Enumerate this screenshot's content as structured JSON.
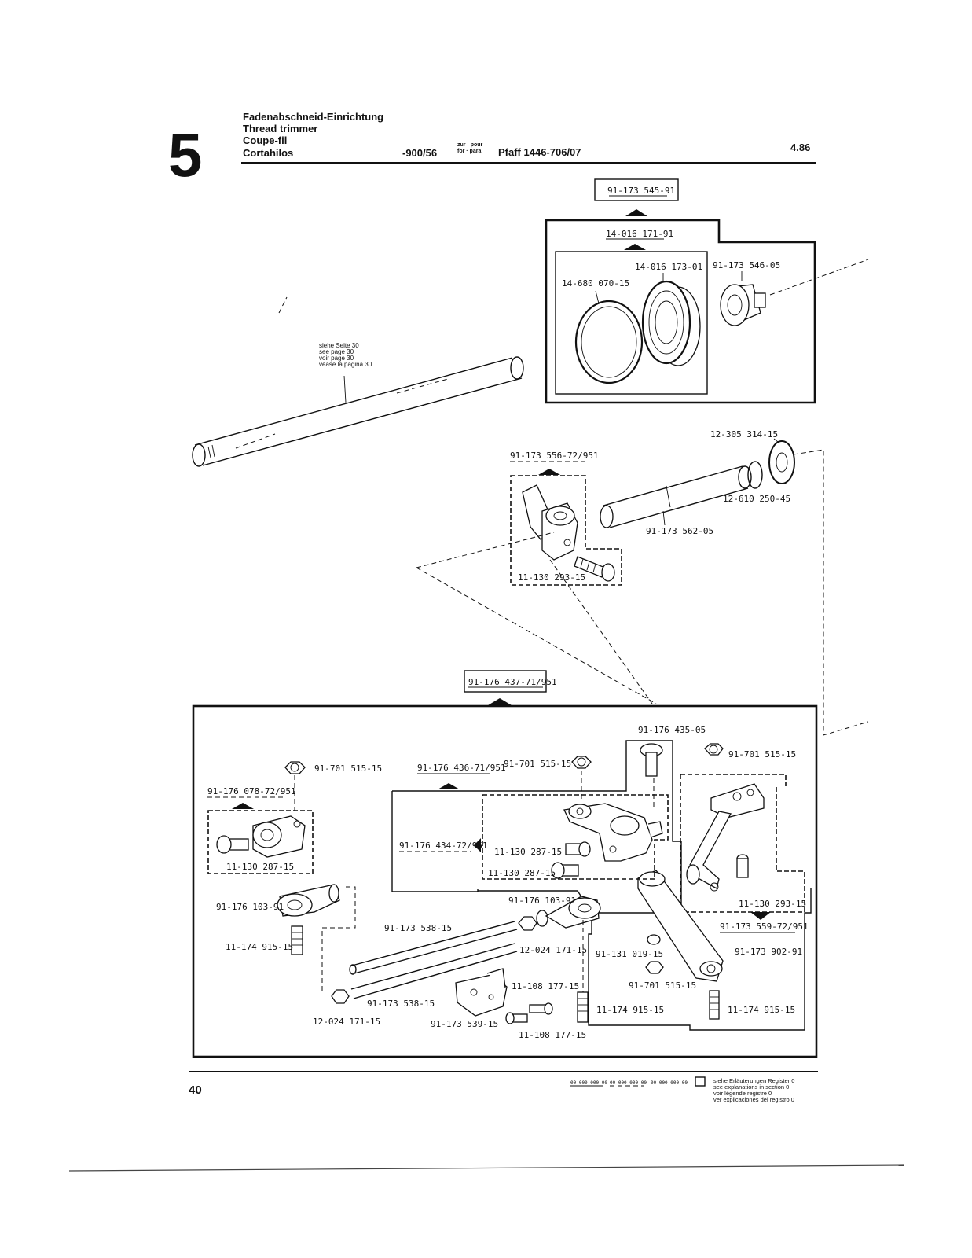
{
  "header": {
    "section_number": "5",
    "titles": [
      "Fadenabschneid-Einrichtung",
      "Thread trimmer",
      "Coupe-fil",
      "Cortahilos"
    ],
    "model_code": "-900/56",
    "zur_pour": "zur · pour",
    "for_para": "for · para",
    "machine": "Pfaff 1446-706/07",
    "date": "4.86"
  },
  "diagram": {
    "see_page_note": [
      "siehe Seite 30",
      "see page 30",
      "voir page 30",
      "vease la pagina 30"
    ],
    "part_labels": {
      "p91_173_545_91": "91-173 545-91",
      "p14_016_171_91": "14-016 171-91",
      "p14_016_173_01": "14-016 173-01",
      "p14_680_070_15": "14-680 070-15",
      "p91_173_546_05": "91-173 546-05",
      "p12_305_314_15": "12-305 314-15",
      "p91_173_556_72_951": "91-173 556-72/951",
      "p12_610_250_45": "12-610 250-45",
      "p91_173_562_05": "91-173 562-05",
      "p11_130_293_15_top": "11-130 293-15",
      "p91_176_437_71_951": "91-176 437-71/951",
      "p91_176_435_05": "91-176 435-05",
      "p91_701_515_15_left": "91-701 515-15",
      "p91_176_436_71_951": "91-176 436-71/951",
      "p91_701_515_15_mid": "91-701 515-15",
      "p91_701_515_15_right": "91-701 515-15",
      "p91_176_078_72_951": "91-176 078-72/951",
      "p91_176_434_72_951": "91-176 434-72/951",
      "p11_130_287_15_a": "11-130 287-15",
      "p11_130_287_15_b": "11-130 287-15",
      "p11_130_287_15_left": "11-130 287-15",
      "p91_176_103_91_left": "91-176 103-91",
      "p91_176_103_91_mid": "91-176 103-91",
      "p11_130_293_15_right": "11-130 293-15",
      "p91_173_559_72_951": "91-173 559-72/951",
      "p91_173_538_15_a": "91-173 538-15",
      "p12_024_171_15_a": "12-024 171-15",
      "p11_174_915_15_left": "11-174 915-15",
      "p91_131_019_15": "91-131 019-15",
      "p91_173_902_91": "91-173 902-91",
      "p11_108_177_15_a": "11-108 177-15",
      "p91_701_515_15_low": "91-701 515-15",
      "p91_173_538_15_b": "91-173 538-15",
      "p12_024_171_15_b": "12-024 171-15",
      "p91_173_539_15": "91-173 539-15",
      "p11_174_915_15_mid": "11-174 915-15",
      "p11_174_915_15_right": "11-174 915-15",
      "p11_108_177_15_b": "11-108 177-15"
    }
  },
  "footer": {
    "page_number": "40",
    "code_samples": [
      "00-000 000-00",
      "00-000 000-00",
      "00-000 000-00"
    ],
    "explanations": [
      "siehe Erläuterungen Register 0",
      "see explanations in section 0",
      "voir légende registre 0",
      "ver explicaciones del registro 0"
    ]
  }
}
